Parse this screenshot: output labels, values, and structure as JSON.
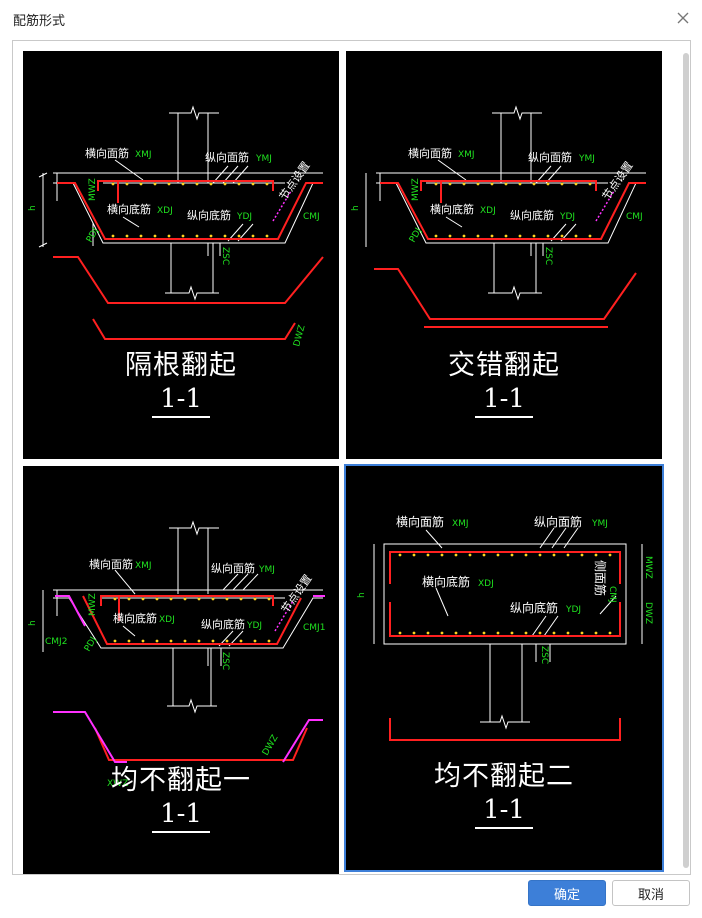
{
  "window": {
    "title": "配筋形式"
  },
  "options": [
    {
      "name": "隔根翻起",
      "section": "1-1",
      "selected": false
    },
    {
      "name": "交错翻起",
      "section": "1-1",
      "selected": false
    },
    {
      "name": "均不翻起一",
      "section": "1-1",
      "selected": false
    },
    {
      "name": "均不翻起二",
      "section": "1-1",
      "selected": true
    }
  ],
  "labels": {
    "top_bar_x": "横向面筋",
    "top_bar_x_code": "XMJ",
    "top_bar_y": "纵向面筋",
    "top_bar_y_code": "YMJ",
    "bot_bar_x": "横向底筋",
    "bot_bar_x_code": "XDJ",
    "bot_bar_y": "纵向底筋",
    "bot_bar_y_code": "YDJ",
    "slope_label": "节点设置",
    "side_bar": "侧面筋",
    "cmj": "CMJ",
    "cmj1": "CMJ1",
    "cmj2": "CMJ2",
    "mwz": "MWZ",
    "dwz": "DWZ",
    "xwz": "XWZ",
    "zsc": "ZSC",
    "pdj": "PDJ",
    "h": "h"
  },
  "buttons": {
    "ok": "确定",
    "cancel": "取消"
  },
  "colors": {
    "accent": "#3d7fd8",
    "rebar": "#ff2020",
    "code": "#20e020",
    "magenta": "#ff30ff",
    "dots": "#ffd21f"
  }
}
